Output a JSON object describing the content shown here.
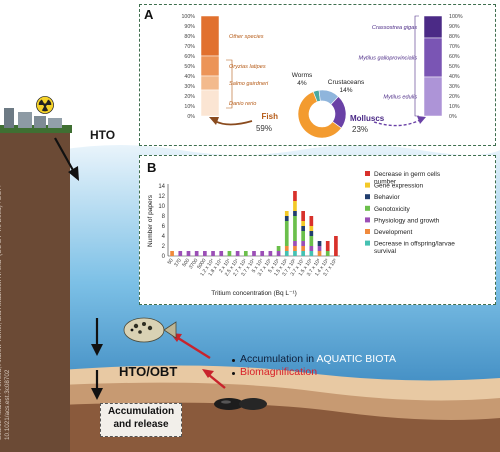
{
  "credit": "Source : Maria F. Ferreira, Andrew Turner, and Awadhesh N. Jha\" (CC BY 4.0 Deed) : DOI : 10.1021/acs.est.3c08702",
  "labels": {
    "hto": "HTO",
    "hto_obt": "HTO/OBT",
    "accum_release": [
      "Accumulation",
      "and release"
    ],
    "accum_biota_prefix": "Accumulation in ",
    "accum_biota_highlight": "AQUATIC BIOTA",
    "biomagnification": "Biomagnification"
  },
  "panel_a": {
    "letter": "A",
    "fish_bar": {
      "ticks": [
        "100%",
        "90%",
        "80%",
        "70%",
        "60%",
        "50%",
        "40%",
        "30%",
        "20%",
        "10%",
        "0%"
      ],
      "segments": [
        {
          "label": "Other species",
          "frac": 0.4,
          "color": "#e1702e"
        },
        {
          "label": "Oryzias latipes",
          "frac": 0.2,
          "color": "#ec9458"
        },
        {
          "label": "Salmo gairdneri",
          "frac": 0.14,
          "color": "#f3ba8d"
        },
        {
          "label": "Danio rerio",
          "frac": 0.26,
          "color": "#fbe5d3"
        }
      ]
    },
    "mollusc_bar": {
      "ticks": [
        "100%",
        "90%",
        "80%",
        "70%",
        "60%",
        "50%",
        "40%",
        "30%",
        "20%",
        "10%",
        "0%"
      ],
      "segments": [
        {
          "label": "Crassostrea gigas",
          "frac": 0.22,
          "color": "#4b2a86"
        },
        {
          "label": "Mytilus galloprovincialis",
          "frac": 0.39,
          "color": "#7a55b4"
        },
        {
          "label": "Mytilus edulis",
          "frac": 0.39,
          "color": "#ad94d7"
        }
      ]
    },
    "donut": [
      {
        "name": "Fish",
        "pct": "59%",
        "value": 59,
        "color": "#f39b2f"
      },
      {
        "name": "Molluscs",
        "pct": "23%",
        "value": 23,
        "color": "#6a41a6"
      },
      {
        "name": "Crustaceans",
        "pct": "14%",
        "value": 14,
        "color": "#8fb5dc"
      },
      {
        "name": "Worms",
        "pct": "4%",
        "value": 4,
        "color": "#4aa9a0"
      }
    ]
  },
  "chart_data": {
    "type": "bar",
    "stacked": true,
    "letter": "B",
    "ylabel": "Number of papers",
    "xlabel": "Tritium concentration (Bq L⁻¹)",
    "ylim": [
      0,
      14
    ],
    "yticks": [
      0,
      2,
      4,
      6,
      8,
      10,
      12,
      14
    ],
    "grid": false,
    "legend_position": "right",
    "categories": [
      "50",
      "370",
      "500",
      "3700",
      "5000",
      "1.2 x 10⁴",
      "1.8 x 10⁴",
      "2 x 10⁴",
      "2.5 x 10⁴",
      "2.7 x 10⁴",
      "3.7 x 10⁴",
      "5 x 10⁴",
      "3.7 x 10⁵",
      "5 x 10⁵",
      "1.5 x 10⁶",
      "3.7 x 10⁶",
      "3.7 x 10⁷",
      "1.5 x 10⁸",
      "3.7 x 10⁸",
      "1.4 x 10⁹",
      "3.7 x 10⁹"
    ],
    "series": [
      {
        "name": "Decrease in offspring/larvae survival",
        "color": "#45c1b2",
        "values": [
          0,
          0,
          0,
          0,
          0,
          0,
          0,
          0,
          0,
          0,
          0,
          0,
          0,
          0,
          1,
          1,
          1,
          1,
          0,
          0,
          0
        ]
      },
      {
        "name": "Development",
        "color": "#f08a3c",
        "values": [
          1,
          0,
          0,
          0,
          0,
          0,
          0,
          0,
          0,
          0,
          0,
          0,
          0,
          0,
          1,
          1,
          1,
          0,
          1,
          0,
          0
        ]
      },
      {
        "name": "Physiology and growth",
        "color": "#9b4fb6",
        "values": [
          0,
          1,
          1,
          1,
          1,
          1,
          1,
          0,
          1,
          0,
          1,
          1,
          1,
          1,
          0,
          1,
          1,
          1,
          1,
          0,
          0
        ]
      },
      {
        "name": "Genotoxicity",
        "color": "#6bbf4b",
        "values": [
          0,
          0,
          0,
          0,
          0,
          0,
          0,
          1,
          0,
          1,
          0,
          0,
          0,
          1,
          5,
          5,
          2,
          2,
          0,
          1,
          0
        ]
      },
      {
        "name": "Behavior",
        "color": "#213e6e",
        "values": [
          0,
          0,
          0,
          0,
          0,
          0,
          0,
          0,
          0,
          0,
          0,
          0,
          0,
          0,
          1,
          1,
          1,
          1,
          1,
          0,
          0
        ]
      },
      {
        "name": "Gene expression",
        "color": "#f3c927",
        "values": [
          0,
          0,
          0,
          0,
          0,
          0,
          0,
          0,
          0,
          0,
          0,
          0,
          0,
          0,
          1,
          2,
          1,
          1,
          0,
          0,
          0
        ]
      },
      {
        "name": "Decrease in germ cells number",
        "color": "#d8312b",
        "values": [
          0,
          0,
          0,
          0,
          0,
          0,
          0,
          0,
          0,
          0,
          0,
          0,
          0,
          0,
          0,
          2,
          2,
          2,
          0,
          2,
          4
        ]
      }
    ],
    "legend": [
      {
        "name": "Decrease in germ cells number",
        "color": "#d8312b"
      },
      {
        "name": "Gene expression",
        "color": "#f3c927"
      },
      {
        "name": "Behavior",
        "color": "#213e6e"
      },
      {
        "name": "Genotoxicity",
        "color": "#6bbf4b"
      },
      {
        "name": "Physiology and growth",
        "color": "#9b4fb6"
      },
      {
        "name": "Development",
        "color": "#f08a3c"
      },
      {
        "name": "Decrease in offspring/larvae survival",
        "color": "#45c1b2"
      }
    ]
  }
}
